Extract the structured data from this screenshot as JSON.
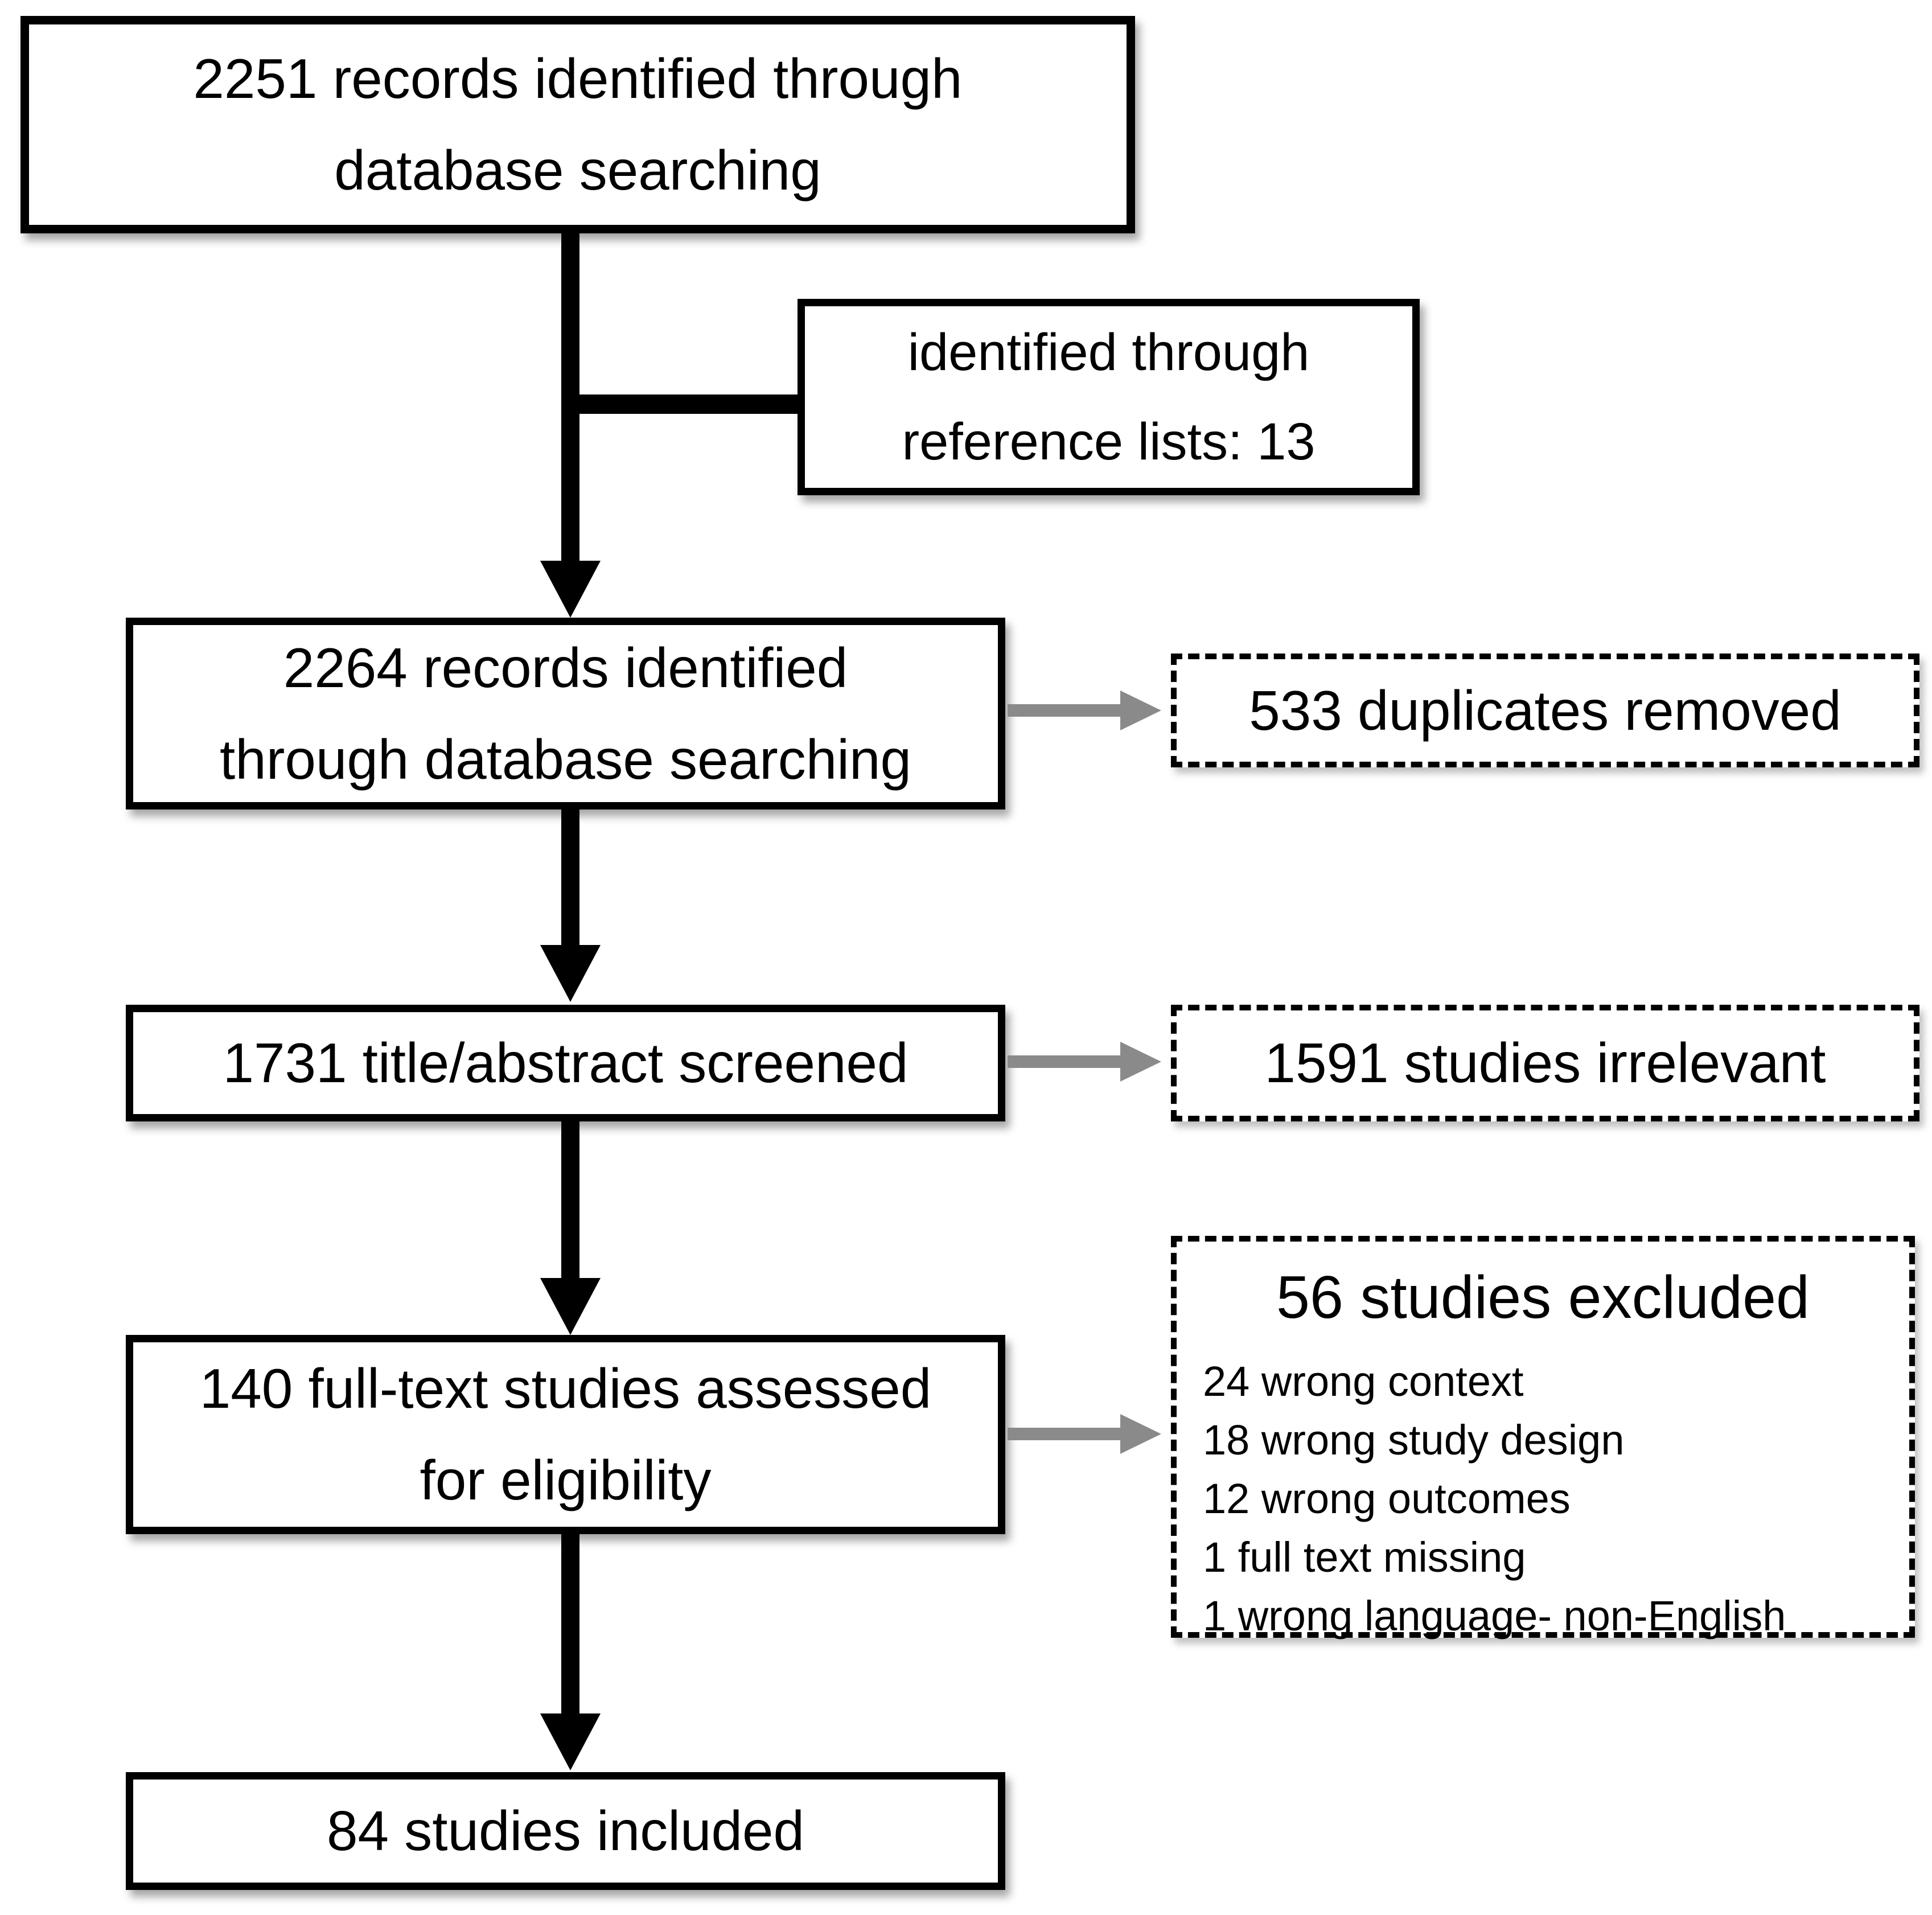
{
  "diagram": {
    "colors": {
      "background": "#ffffff",
      "box_border": "#000000",
      "text": "#000000",
      "flow_arrow": "#000000",
      "side_arrow": "#8a8a8a"
    },
    "nodes": {
      "records_db": {
        "lines": [
          "2251 records identified through",
          "database searching"
        ]
      },
      "reference_lists": {
        "lines": [
          "identified through",
          "reference lists: 13"
        ]
      },
      "records_combined": {
        "lines": [
          "2264 records identified",
          "through database searching"
        ]
      },
      "duplicates_removed": {
        "lines": [
          "533 duplicates removed"
        ]
      },
      "title_abstract_screened": {
        "lines": [
          "1731 title/abstract screened"
        ]
      },
      "studies_irrelevant": {
        "lines": [
          "1591 studies irrelevant"
        ]
      },
      "full_text_assessed": {
        "lines": [
          "140 full-text studies assessed",
          "for eligibility"
        ]
      },
      "studies_excluded": {
        "title": "56 studies excluded",
        "items": [
          "24 wrong context",
          "18 wrong study design",
          "12 wrong outcomes",
          "1 full text missing",
          "1 wrong language- non-English"
        ]
      },
      "studies_included": {
        "lines": [
          "84 studies included"
        ]
      }
    }
  }
}
